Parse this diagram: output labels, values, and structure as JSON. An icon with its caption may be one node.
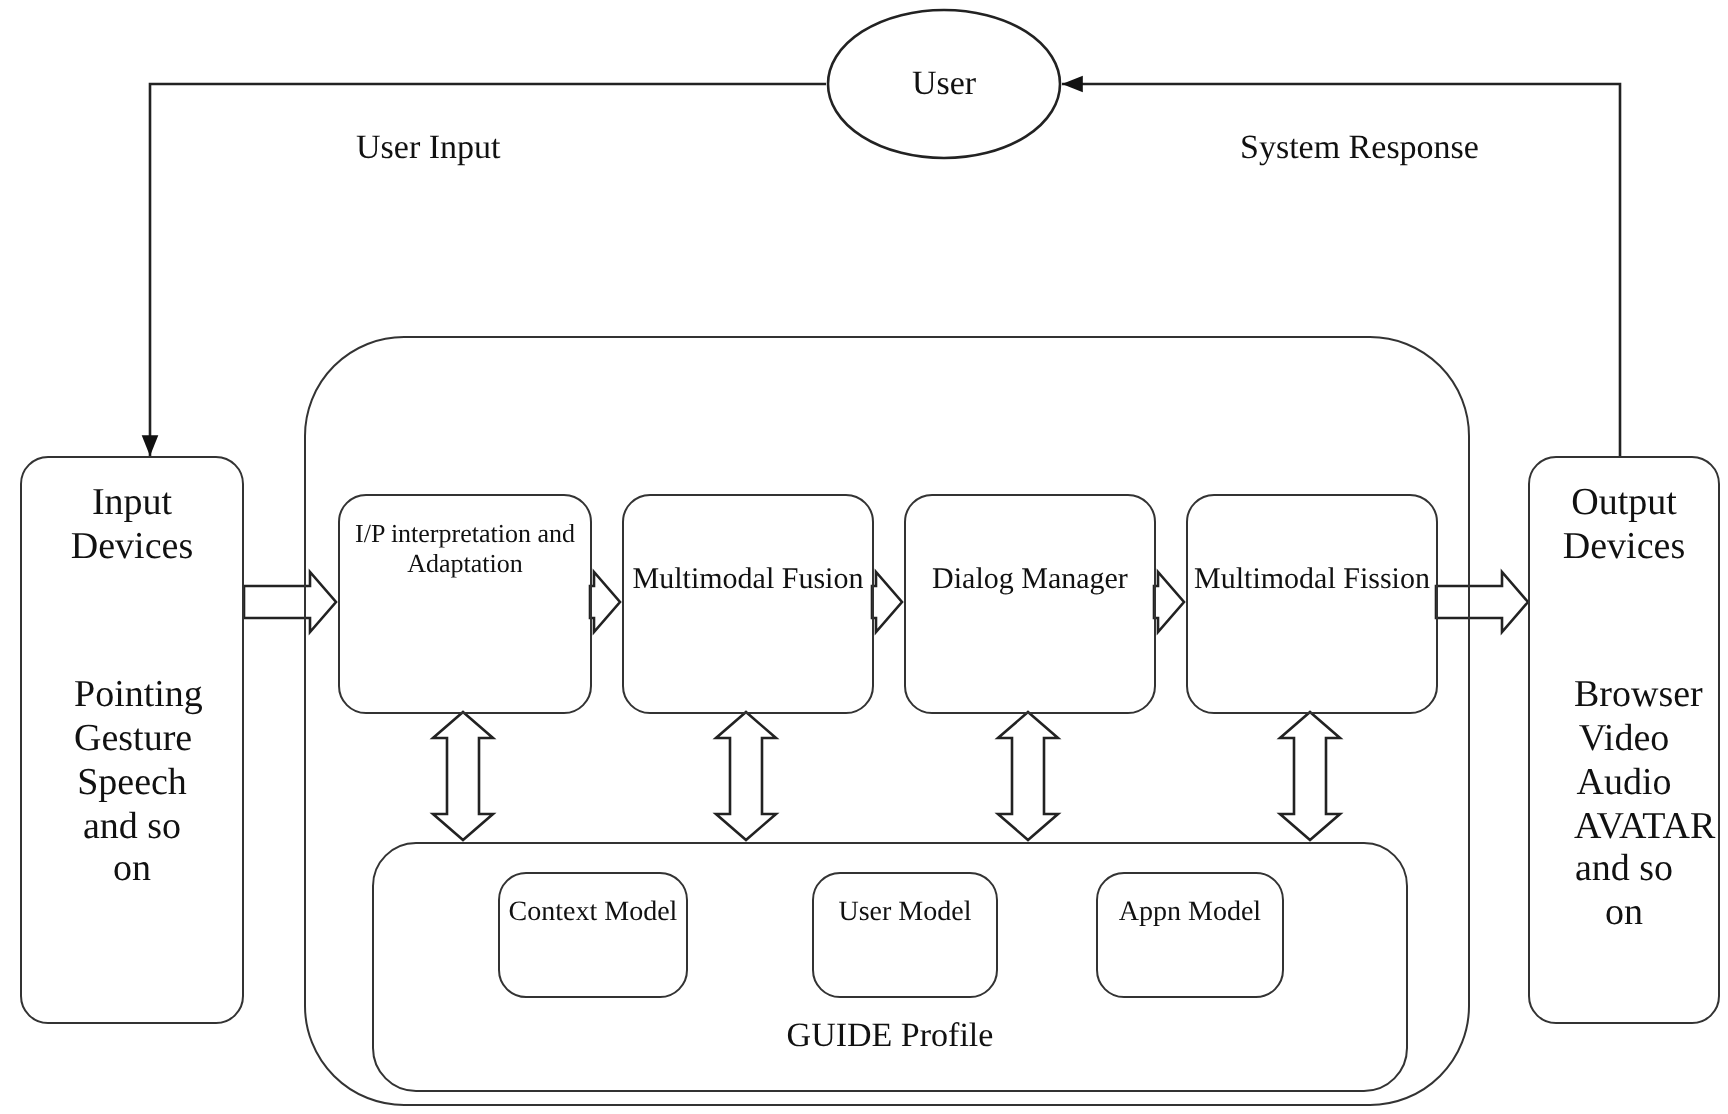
{
  "diagram": {
    "nodes": [
      {
        "text": [
          "User"
        ]
      },
      {
        "text": [
          "Input Devices",
          "Pointing Gesture Speech and so on"
        ]
      },
      {
        "text": [],
        "shape": "box"
      },
      {
        "text": [
          "I/P interpretation and Adaptation"
        ],
        "in": 2
      },
      {
        "text": [
          "Multimodal Fusion"
        ],
        "in": 2
      },
      {
        "text": [
          "Dialog Manager"
        ],
        "in": 2
      },
      {
        "text": [
          "Multimodal Fission"
        ],
        "in": 2
      },
      {
        "text": [
          "GUIDE Profile"
        ],
        "in": 2
      },
      {
        "text": [
          "Context Model"
        ],
        "in": 7
      },
      {
        "text": [
          "User Model"
        ],
        "in": 7
      },
      {
        "text": [
          "Appn Model"
        ],
        "in": 7
      },
      {
        "text": [
          "Output Devices",
          "Browser Video Audio AVATAR and so on"
        ]
      }
    ],
    "edges": [
      {
        "from": 0,
        "to": 1,
        "arrow": "to",
        "label": "User Input"
      },
      {
        "from": 11,
        "to": 0,
        "arrow": "to",
        "label": "System Response"
      },
      {
        "from": 1,
        "to": 3,
        "arrow": "to",
        "style": "thick"
      },
      {
        "from": 3,
        "to": 4,
        "arrow": "to",
        "style": "thick"
      },
      {
        "from": 4,
        "to": 5,
        "arrow": "to",
        "style": "thick"
      },
      {
        "from": 5,
        "to": 6,
        "arrow": "to",
        "style": "thick"
      },
      {
        "from": 6,
        "to": 11,
        "arrow": "to",
        "style": "thick"
      },
      {
        "from": 3,
        "to": 7,
        "arrow": "both",
        "style": "thick"
      },
      {
        "from": 4,
        "to": 7,
        "arrow": "both",
        "style": "thick"
      },
      {
        "from": 5,
        "to": 7,
        "arrow": "both",
        "style": "thick"
      },
      {
        "from": 6,
        "to": 7,
        "arrow": "both",
        "style": "thick"
      }
    ]
  }
}
